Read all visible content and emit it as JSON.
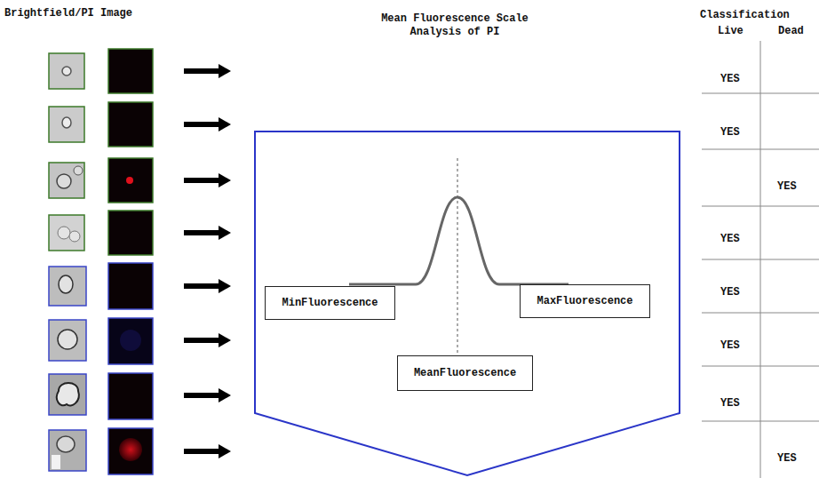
{
  "diagram": {
    "nodes": [
      {
        "text": [
          "MinFluorescence"
        ]
      },
      {
        "text": [
          "MaxFluorescence"
        ]
      },
      {
        "text": [
          "MeanFluorescence"
        ]
      }
    ],
    "labels": [
      "Brightfield/PI Image",
      "Mean Fluorescence Scale Analysis of PI",
      "Classification",
      "Live",
      "Dead",
      "YES",
      "YES",
      "YES",
      "YES",
      "YES",
      "YES",
      "YES",
      "YES"
    ]
  }
}
